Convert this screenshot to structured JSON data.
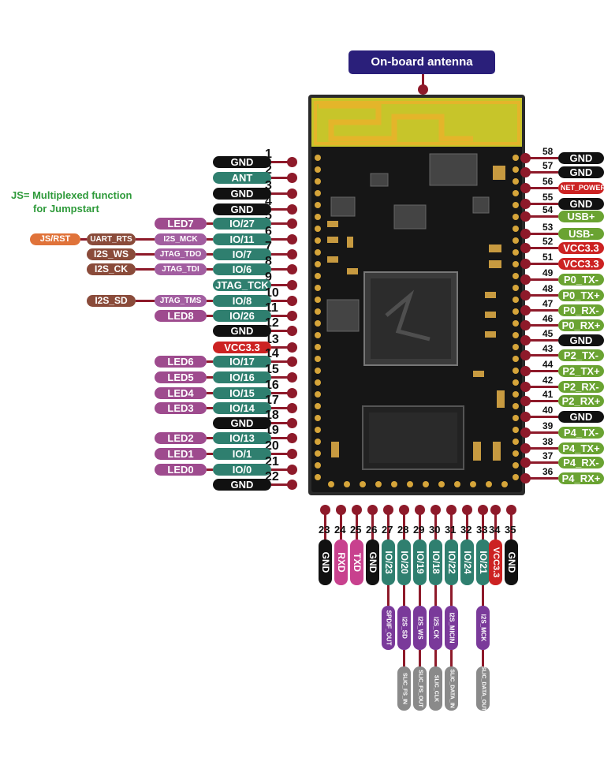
{
  "colors": {
    "gnd": "#111111",
    "io": "#2f7f6f",
    "led": "#9e4b8e",
    "i2s": "#8a4b3a",
    "jtag": "#a25ea0",
    "vcc": "#cc2222",
    "usb": "#6aa332",
    "orange": "#e0733a",
    "purple": "#7a3a9a",
    "pink": "#c8418e",
    "gray": "#8a8a8a",
    "line": "#8e1a2a",
    "antenna_tag": "#2a1f7a",
    "note": "#2e9a3a"
  },
  "antenna": {
    "label": "On-board antenna"
  },
  "note": {
    "line1": "JS= Multiplexed function",
    "line2": "for Jumpstart"
  },
  "left_pins": [
    {
      "num": "1",
      "tags": [
        {
          "text": "GND",
          "kind": "gnd"
        }
      ]
    },
    {
      "num": "2",
      "tags": [
        {
          "text": "ANT",
          "kind": "io"
        }
      ]
    },
    {
      "num": "3",
      "tags": [
        {
          "text": "GND",
          "kind": "gnd"
        }
      ]
    },
    {
      "num": "4",
      "tags": [
        {
          "text": "GND",
          "kind": "gnd"
        }
      ]
    },
    {
      "num": "5",
      "tags": [
        {
          "text": "IO/27",
          "kind": "io"
        },
        {
          "text": "LED7",
          "kind": "led"
        }
      ]
    },
    {
      "num": "6",
      "tags": [
        {
          "text": "IO/11",
          "kind": "io"
        },
        {
          "text": "I2S_MCK",
          "kind": "jtag"
        },
        {
          "text": "UART_RTS",
          "kind": "i2s"
        },
        {
          "text": "JS/RST",
          "kind": "orange"
        }
      ]
    },
    {
      "num": "7",
      "tags": [
        {
          "text": "IO/7",
          "kind": "io"
        },
        {
          "text": "JTAG_TDO",
          "kind": "jtag"
        },
        {
          "text": "I2S_WS",
          "kind": "i2s"
        }
      ]
    },
    {
      "num": "8",
      "tags": [
        {
          "text": "IO/6",
          "kind": "io"
        },
        {
          "text": "JTAG_TDI",
          "kind": "jtag"
        },
        {
          "text": "I2S_CK",
          "kind": "i2s"
        }
      ]
    },
    {
      "num": "9",
      "tags": [
        {
          "text": "JTAG_TCK",
          "kind": "io"
        }
      ]
    },
    {
      "num": "10",
      "tags": [
        {
          "text": "IO/8",
          "kind": "io"
        },
        {
          "text": "JTAG_TMS",
          "kind": "jtag"
        },
        {
          "text": "I2S_SD",
          "kind": "i2s"
        }
      ]
    },
    {
      "num": "11",
      "tags": [
        {
          "text": "IO/26",
          "kind": "io"
        },
        {
          "text": "LED8",
          "kind": "led"
        }
      ]
    },
    {
      "num": "12",
      "tags": [
        {
          "text": "GND",
          "kind": "gnd"
        }
      ]
    },
    {
      "num": "13",
      "tags": [
        {
          "text": "VCC3.3",
          "kind": "vcc"
        }
      ]
    },
    {
      "num": "14",
      "tags": [
        {
          "text": "IO/17",
          "kind": "io"
        },
        {
          "text": "LED6",
          "kind": "led"
        }
      ]
    },
    {
      "num": "15",
      "tags": [
        {
          "text": "IO/16",
          "kind": "io"
        },
        {
          "text": "LED5",
          "kind": "led"
        }
      ]
    },
    {
      "num": "16",
      "tags": [
        {
          "text": "IO/15",
          "kind": "io"
        },
        {
          "text": "LED4",
          "kind": "led"
        }
      ]
    },
    {
      "num": "17",
      "tags": [
        {
          "text": "IO/14",
          "kind": "io"
        },
        {
          "text": "LED3",
          "kind": "led"
        }
      ]
    },
    {
      "num": "18",
      "tags": [
        {
          "text": "GND",
          "kind": "gnd"
        }
      ]
    },
    {
      "num": "19",
      "tags": [
        {
          "text": "IO/13",
          "kind": "io"
        },
        {
          "text": "LED2",
          "kind": "led"
        }
      ]
    },
    {
      "num": "20",
      "tags": [
        {
          "text": "IO/1",
          "kind": "io"
        },
        {
          "text": "LED1",
          "kind": "led"
        }
      ]
    },
    {
      "num": "21",
      "tags": [
        {
          "text": "IO/0",
          "kind": "io"
        },
        {
          "text": "LED0",
          "kind": "led"
        }
      ]
    },
    {
      "num": "22",
      "tags": [
        {
          "text": "GND",
          "kind": "gnd"
        }
      ]
    }
  ],
  "right_pins": [
    {
      "num": "58",
      "text": "GND",
      "kind": "gnd"
    },
    {
      "num": "57",
      "text": "GND",
      "kind": "gnd"
    },
    {
      "num": "56",
      "text": "NET_POWER",
      "kind": "vcc"
    },
    {
      "num": "55",
      "text": "GND",
      "kind": "gnd"
    },
    {
      "num": "54",
      "text": "USB+",
      "kind": "usb"
    },
    {
      "num": "53",
      "text": "USB-",
      "kind": "usb"
    },
    {
      "num": "52",
      "text": "VCC3.3",
      "kind": "vcc"
    },
    {
      "num": "51",
      "text": "VCC3.3",
      "kind": "vcc"
    },
    {
      "num": "49",
      "text": "P0_TX-",
      "kind": "usb"
    },
    {
      "num": "48",
      "text": "P0_TX+",
      "kind": "usb"
    },
    {
      "num": "47",
      "text": "P0_RX-",
      "kind": "usb"
    },
    {
      "num": "46",
      "text": "P0_RX+",
      "kind": "usb"
    },
    {
      "num": "45",
      "text": "GND",
      "kind": "gnd"
    },
    {
      "num": "43",
      "text": "P2_TX-",
      "kind": "usb"
    },
    {
      "num": "44",
      "text": "P2_TX+",
      "kind": "usb"
    },
    {
      "num": "42",
      "text": "P2_RX-",
      "kind": "usb"
    },
    {
      "num": "41",
      "text": "P2_RX+",
      "kind": "usb"
    },
    {
      "num": "40",
      "text": "GND",
      "kind": "gnd"
    },
    {
      "num": "39",
      "text": "P4_TX-",
      "kind": "usb"
    },
    {
      "num": "38",
      "text": "P4_TX+",
      "kind": "usb"
    },
    {
      "num": "37",
      "text": "P4_RX-",
      "kind": "usb"
    },
    {
      "num": "36",
      "text": "P4_RX+",
      "kind": "usb"
    }
  ],
  "bottom_pins": [
    {
      "num": "23",
      "tags": [
        {
          "text": "GND",
          "kind": "gnd"
        }
      ]
    },
    {
      "num": "24",
      "tags": [
        {
          "text": "RXD",
          "kind": "pink"
        }
      ]
    },
    {
      "num": "25",
      "tags": [
        {
          "text": "TXD",
          "kind": "pink"
        }
      ]
    },
    {
      "num": "26",
      "tags": [
        {
          "text": "GND",
          "kind": "gnd"
        }
      ]
    },
    {
      "num": "27",
      "tags": [
        {
          "text": "IO/23",
          "kind": "io"
        },
        {
          "text": "SPDIF_OUT",
          "kind": "purple"
        }
      ]
    },
    {
      "num": "28",
      "tags": [
        {
          "text": "IO/20",
          "kind": "io"
        },
        {
          "text": "I2S_SD",
          "kind": "purple"
        },
        {
          "text": "SLIC_FS_IN",
          "kind": "gray"
        }
      ]
    },
    {
      "num": "29",
      "tags": [
        {
          "text": "IO/19",
          "kind": "io"
        },
        {
          "text": "I2S_WS",
          "kind": "purple"
        },
        {
          "text": "SLIC_FS_OUT",
          "kind": "gray"
        }
      ]
    },
    {
      "num": "30",
      "tags": [
        {
          "text": "IO/18",
          "kind": "io"
        },
        {
          "text": "I2S_CK",
          "kind": "purple"
        },
        {
          "text": "SLIC_CLK",
          "kind": "gray"
        }
      ]
    },
    {
      "num": "31",
      "tags": [
        {
          "text": "IO/22",
          "kind": "io"
        },
        {
          "text": "I2S_MICIN",
          "kind": "purple"
        },
        {
          "text": "SLIC_DATA_IN",
          "kind": "gray"
        }
      ]
    },
    {
      "num": "32",
      "tags": [
        {
          "text": "IO/24",
          "kind": "io"
        }
      ]
    },
    {
      "num": "33",
      "tags": [
        {
          "text": "IO/21",
          "kind": "io"
        },
        {
          "text": "I2S_MCK",
          "kind": "purple"
        },
        {
          "text": "SLIC_DATA_OUT",
          "kind": "gray"
        }
      ]
    },
    {
      "num": "34",
      "tags": [
        {
          "text": "VCC3.3",
          "kind": "vcc"
        }
      ]
    },
    {
      "num": "35",
      "tags": [
        {
          "text": "GND",
          "kind": "gnd"
        }
      ]
    }
  ]
}
